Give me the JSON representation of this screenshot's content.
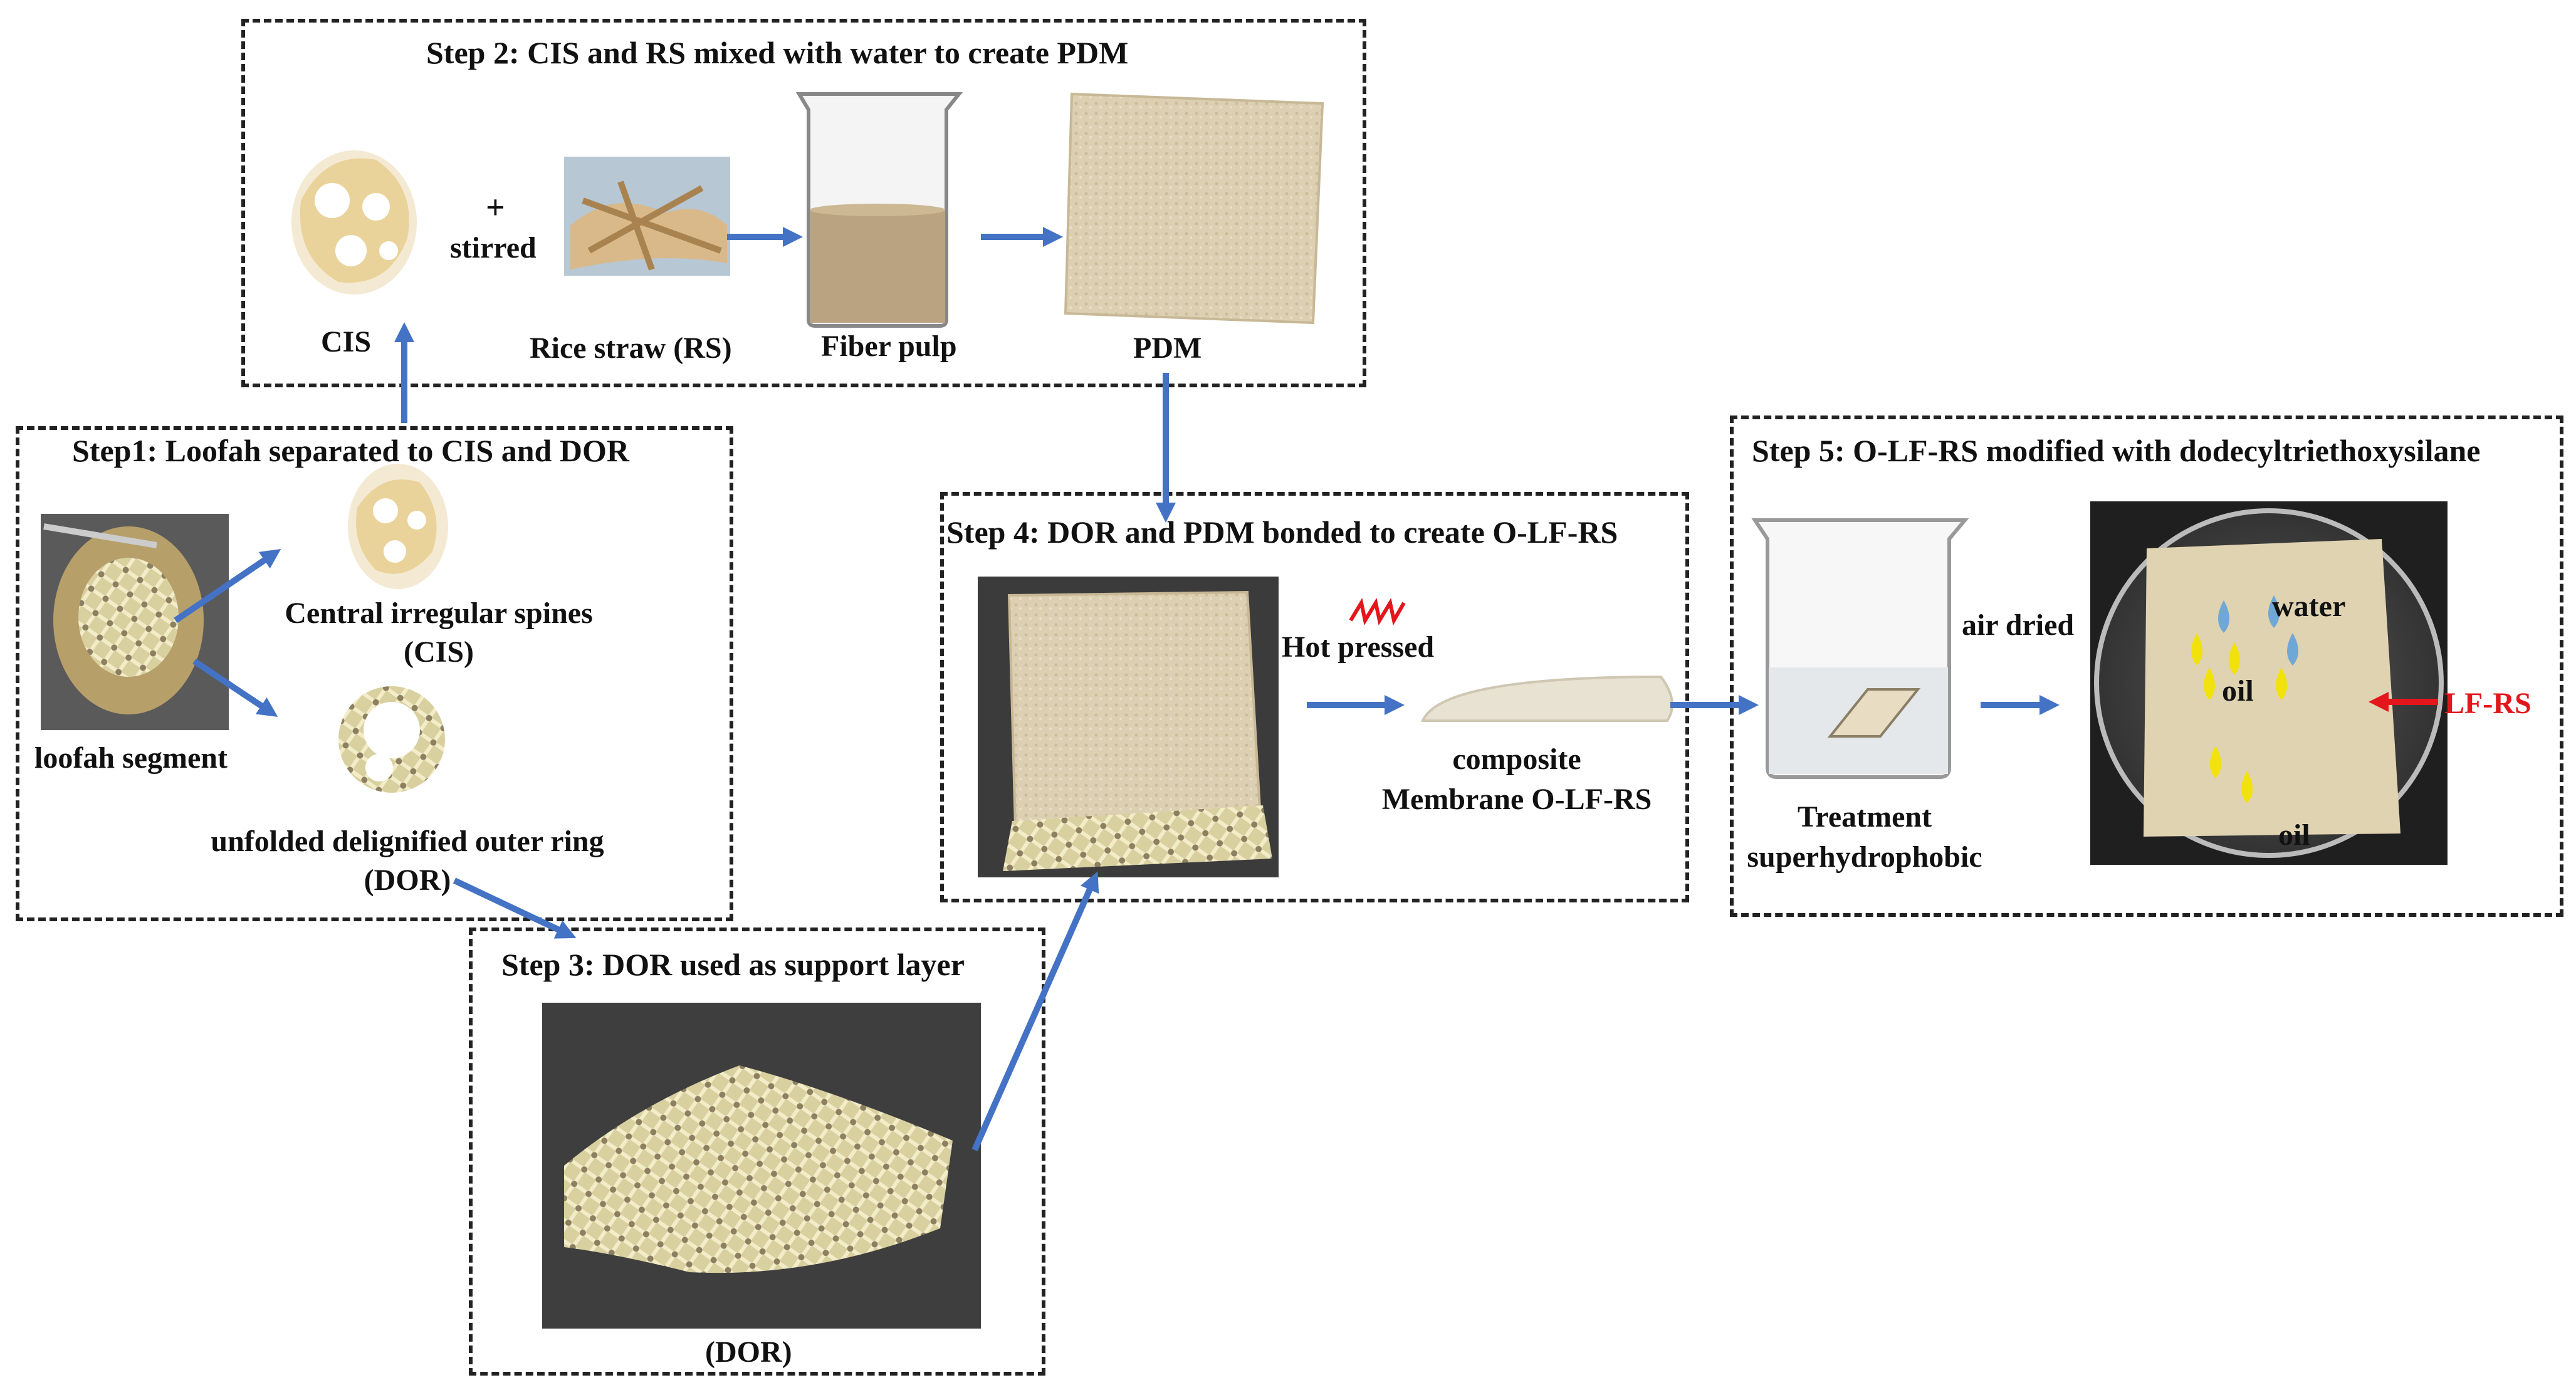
{
  "steps": {
    "step1": {
      "title": "Step1:  Loofah separated to CIS and DOR"
    },
    "step2": {
      "title": "Step 2:  CIS and RS mixed with water to create PDM"
    },
    "step3": {
      "title": "Step 3:  DOR used as support layer"
    },
    "step4": {
      "title": "Step 4:  DOR and PDM bonded to create O-LF-RS"
    },
    "step5": {
      "title": "Step 5:  O-LF-RS modified with dodecyltriethoxysilane"
    }
  },
  "labels": {
    "plus": "+",
    "stirred": "stirred",
    "cis": "CIS",
    "rice_straw": "Rice straw (RS)",
    "fiber_pulp": "Fiber pulp",
    "pdm": "PDM",
    "cis_full_1": "Central irregular spines",
    "cis_full_2": "(CIS)",
    "loofah_segment": "loofah segment",
    "dor_full_1": "unfolded delignified outer ring",
    "dor_full_2": "(DOR)",
    "dor_caption": "(DOR)",
    "hot_pressed": "Hot pressed",
    "composite_1": "composite",
    "composite_2": "Membrane O-LF-RS",
    "air_dried": "air dried",
    "treatment_1": "Treatment",
    "treatment_2": "superhydrophobic",
    "water": "water",
    "oil_1": "oil",
    "oil_2": "oil",
    "lf_rs": "LF-RS"
  },
  "colors": {
    "arrow": "#4472c4",
    "heat_icon": "#e3161b",
    "lfrs_arrow": "#e3161b",
    "water_drop": "#6fa8d6",
    "oil_drop": "#f2e20c",
    "box_border": "#222222"
  }
}
